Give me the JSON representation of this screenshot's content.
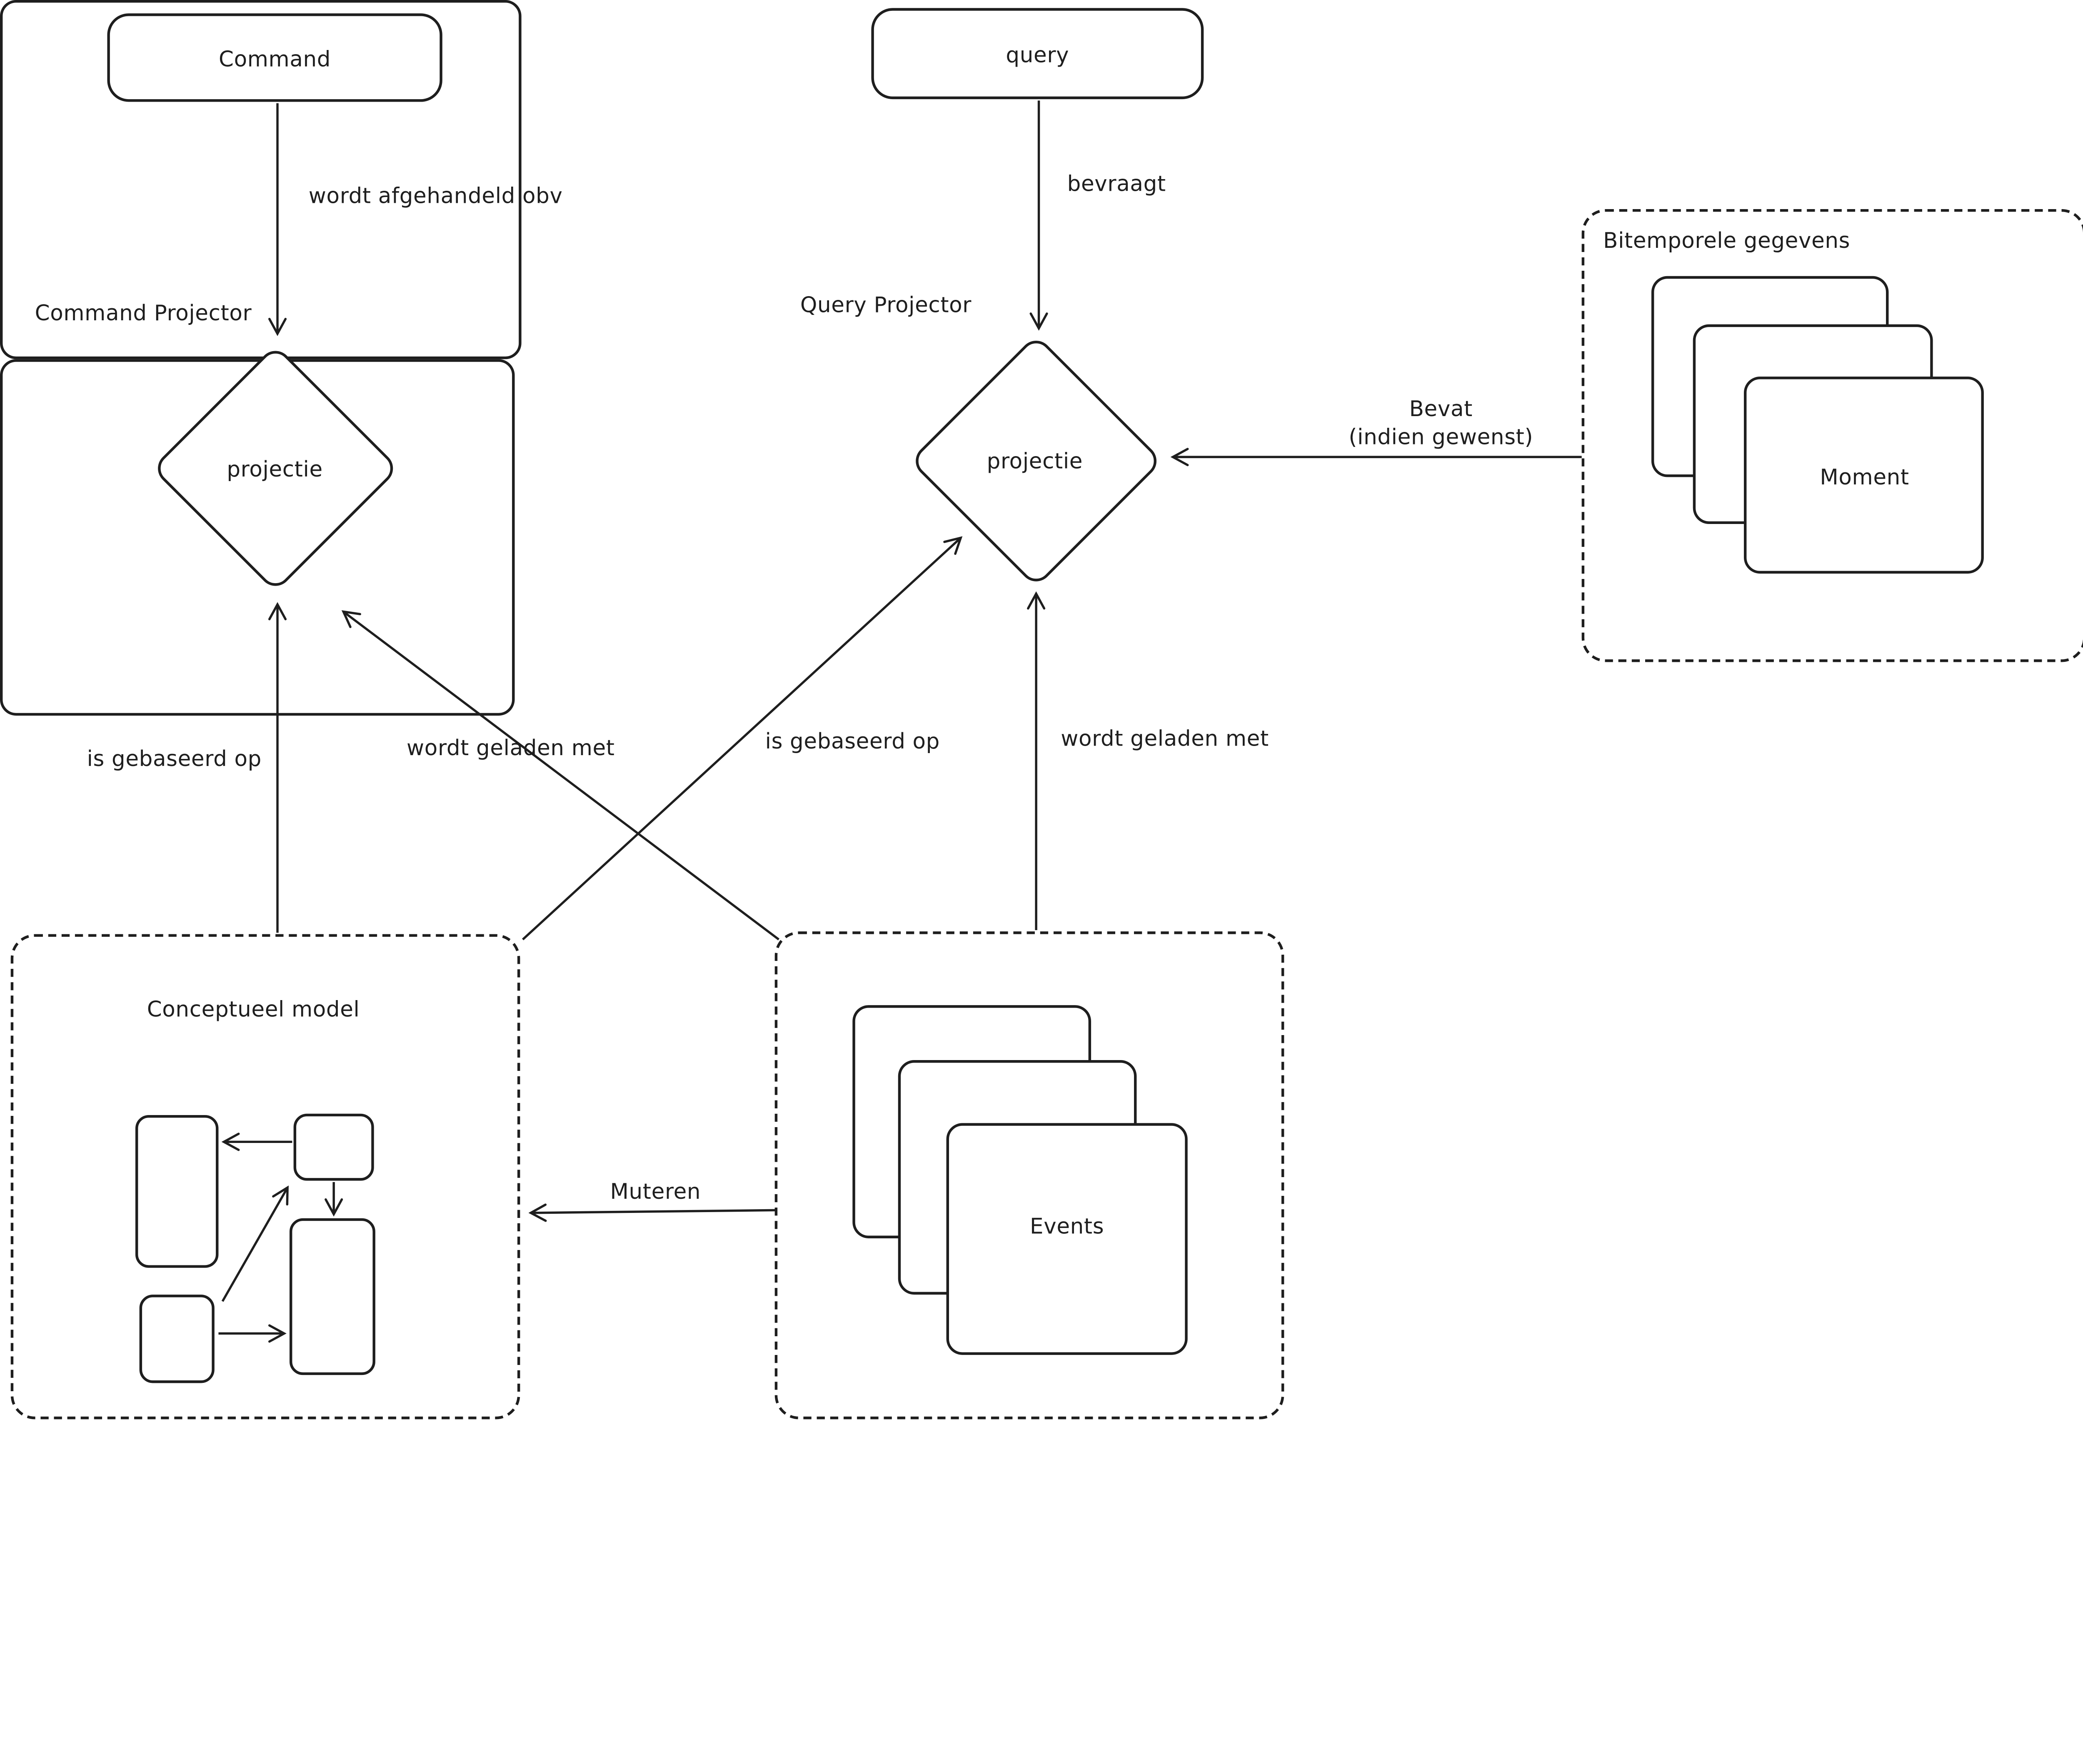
{
  "diagram": {
    "command": {
      "label": "Command"
    },
    "query_node": {
      "label": "query"
    },
    "command_projector": {
      "title": "Command Projector",
      "diamond": "projectie"
    },
    "query_projector": {
      "title": "Query Projector",
      "diamond": "projectie"
    },
    "bitemporal": {
      "title": "Bitemporele gegevens",
      "card": "Moment"
    },
    "conceptual": {
      "title": "Conceptueel model"
    },
    "events": {
      "card": "Events"
    },
    "labels": {
      "handled": "wordt afgehandeld obv",
      "queries": "bevraagt",
      "contains1": "Bevat",
      "contains2": "(indien gewenst)",
      "based_left": "is gebaseerd op",
      "based_right": "is gebaseerd op",
      "loaded_left": "wordt geladen met",
      "loaded_right": "wordt geladen met",
      "mutate": "Muteren"
    },
    "colors": {
      "stroke": "#1e1e1e",
      "background": "#ffffff"
    }
  }
}
